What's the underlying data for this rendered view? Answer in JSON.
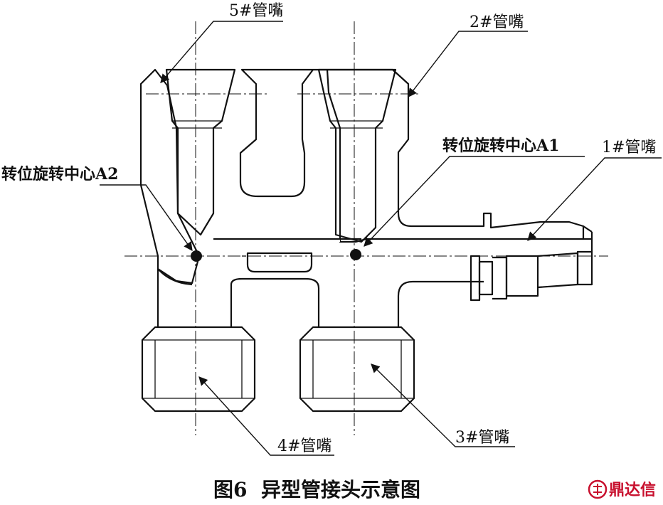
{
  "labels": {
    "nozzle5": "5#管嘴",
    "nozzle2": "2#管嘴",
    "nozzle1": "1#管嘴",
    "nozzle4": "4#管嘴",
    "nozzle3": "3#管嘴",
    "center_a1": "转位旋转中心A1",
    "center_a2": "转位旋转中心A2"
  },
  "caption": "图6  异型管接头示意图",
  "watermark": "鼎达信",
  "colors": {
    "line": "#111111",
    "watermark": "#c8102e"
  }
}
